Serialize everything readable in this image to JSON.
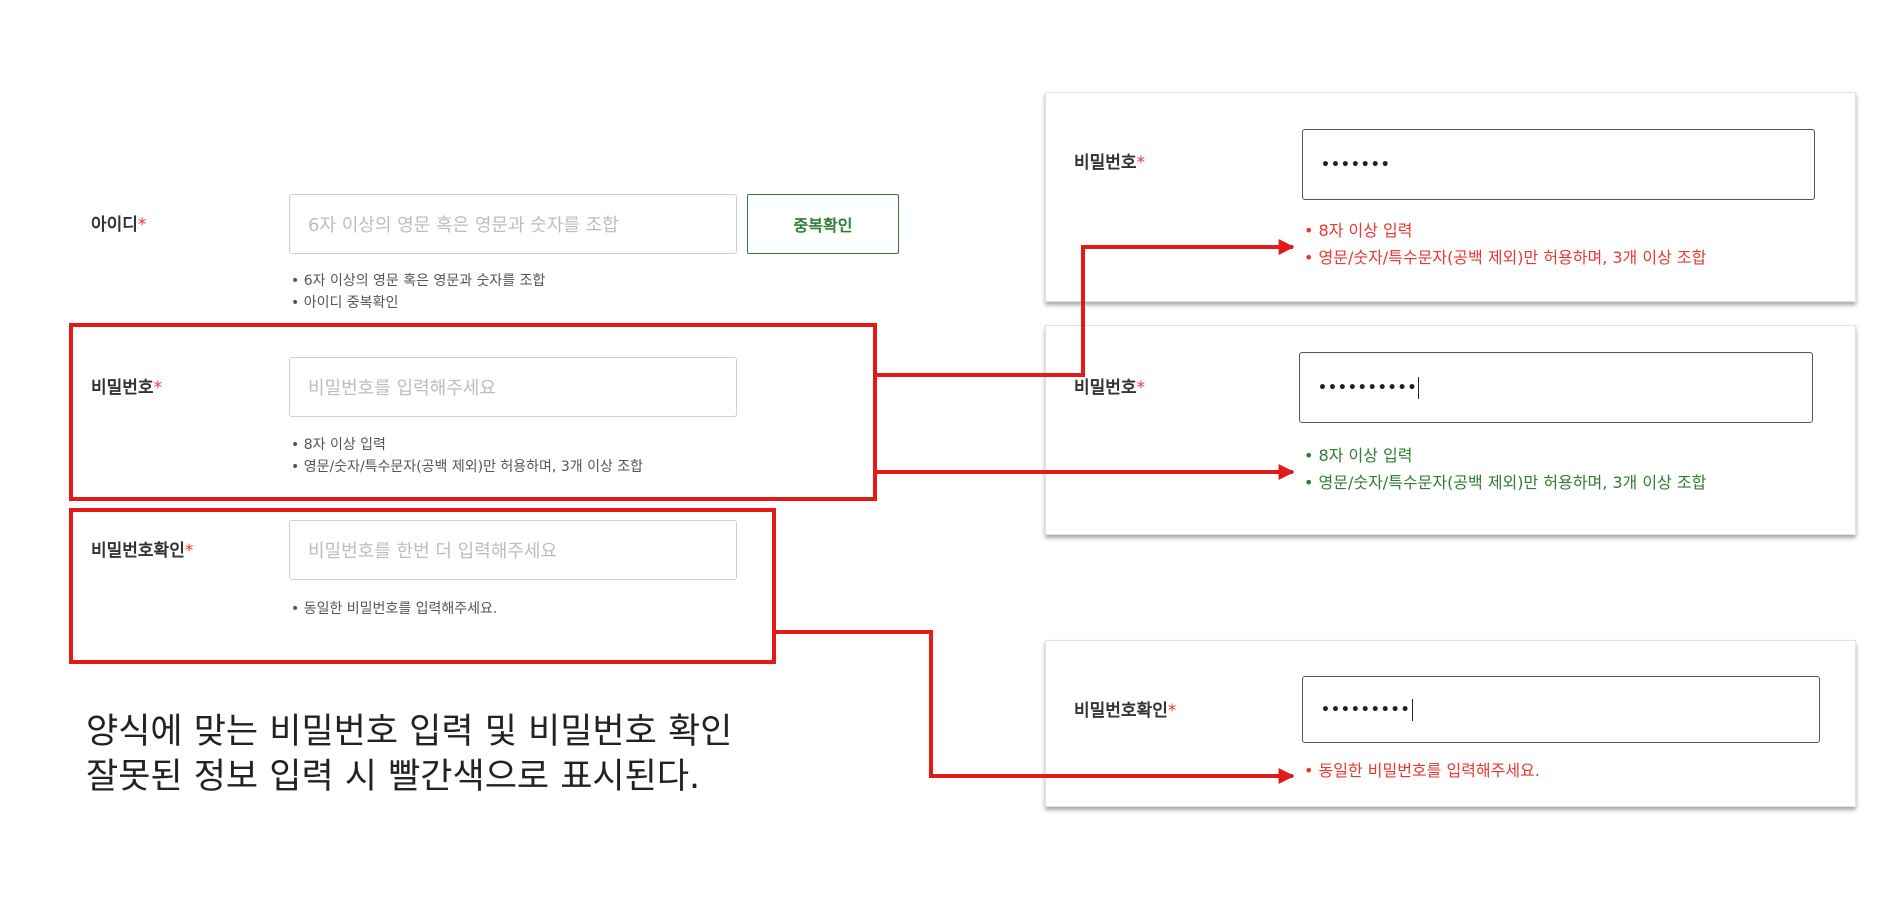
{
  "form": {
    "id": {
      "label": "아이디",
      "required_mark": "*",
      "placeholder": "6자 이상의 영문 혹은 영문과 숫자를 조합",
      "button": "중복확인",
      "hints": [
        "• 6자 이상의 영문 혹은 영문과 숫자를 조합",
        "• 아이디 중복확인"
      ]
    },
    "password": {
      "label": "비밀번호",
      "required_mark": "*",
      "placeholder": "비밀번호를 입력해주세요",
      "hints": [
        "• 8자 이상 입력",
        "• 영문/숫자/특수문자(공백 제외)만 허용하며, 3개 이상 조합"
      ]
    },
    "password_confirm": {
      "label": "비밀번호확인",
      "required_mark": "*",
      "placeholder": "비밀번호를 한번 더 입력해주세요",
      "hints": [
        "• 동일한 비밀번호를 입력해주세요."
      ]
    }
  },
  "examples": {
    "invalid_password": {
      "label": "비밀번호",
      "required_mark": "*",
      "value": "•••••••",
      "hints": [
        "• 8자 이상 입력",
        "• 영문/숫자/특수문자(공백 제외)만 허용하며, 3개 이상 조합"
      ],
      "status_color": "#e8382f"
    },
    "valid_password": {
      "label": "비밀번호",
      "required_mark": "*",
      "value": "••••••••••",
      "hints": [
        "• 8자 이상 입력",
        "• 영문/숫자/특수문자(공백 제외)만 허용하며, 3개 이상 조합"
      ],
      "status_color": "#2e7d32"
    },
    "invalid_confirm": {
      "label": "비밀번호확인",
      "required_mark": "*",
      "value": "•••••••••",
      "hints": [
        "• 동일한 비밀번호를 입력해주세요."
      ],
      "status_color": "#e8382f"
    }
  },
  "caption": {
    "line1": "양식에 맞는 비밀번호 입력 및 비밀번호 확인",
    "line2": "잘못된 정보 입력 시 빨간색으로 표시된다."
  },
  "colors": {
    "highlight": "#e41a1a",
    "accent_green": "#2e7d32",
    "required": "#e8382f"
  }
}
